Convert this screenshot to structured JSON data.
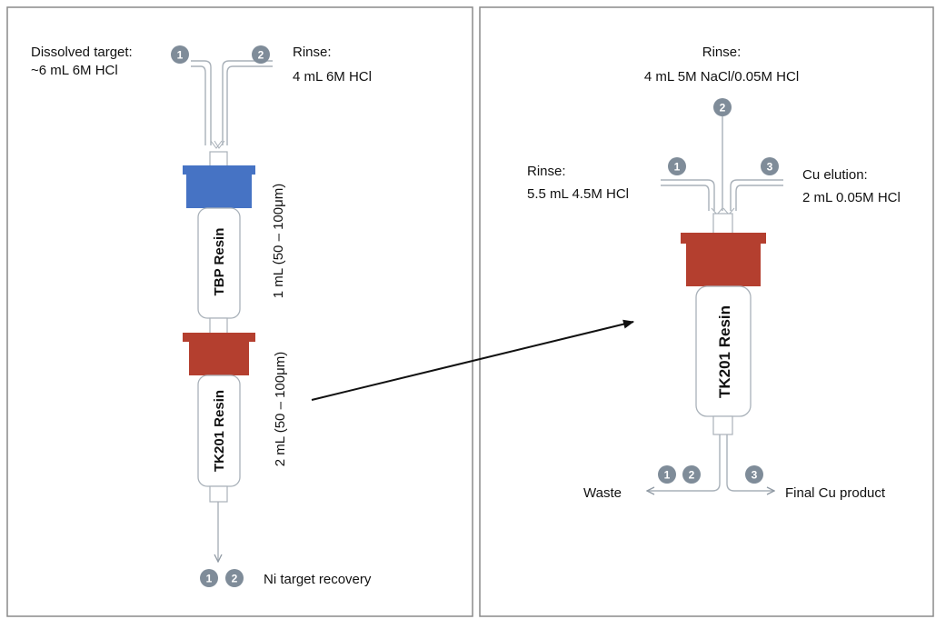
{
  "left_panel": {
    "inlet_1": {
      "badge": "1",
      "label_line1": "Dissolved target:",
      "label_line2": "~6 mL 6M HCl"
    },
    "inlet_2": {
      "badge": "2",
      "label_line1": "Rinse:",
      "label_line2": "4 mL 6M HCl"
    },
    "column_top": {
      "resin_label": "TBP Resin",
      "volume_label": "1 mL (50 – 100μm)",
      "cap_color": "#4673c4"
    },
    "column_bottom": {
      "resin_label": "TK201 Resin",
      "volume_label": "2 mL (50 – 100μm)",
      "cap_color": "#b43f2f"
    },
    "outlet": {
      "badges": [
        "1",
        "2"
      ],
      "label": "Ni target recovery"
    }
  },
  "right_panel": {
    "inlet_2": {
      "badge": "2",
      "label_line1": "Rinse:",
      "label_line2": "4 mL 5M NaCl/0.05M HCl"
    },
    "inlet_1": {
      "badge": "1",
      "label_line1": "Rinse:",
      "label_line2": "5.5 mL 4.5M HCl"
    },
    "inlet_3": {
      "badge": "3",
      "label_line1": "Cu elution:",
      "label_line2": "2 mL 0.05M HCl"
    },
    "column": {
      "resin_label": "TK201 Resin",
      "cap_color": "#b43f2f"
    },
    "outlet_waste": {
      "badges": [
        "1",
        "2"
      ],
      "label": "Waste"
    },
    "outlet_product": {
      "badge": "3",
      "label": "Final Cu product"
    }
  },
  "colors": {
    "badge": "#7f8c99",
    "tube": "#aab2ba",
    "panel_border": "#888888",
    "column_body": "#ffffff"
  }
}
